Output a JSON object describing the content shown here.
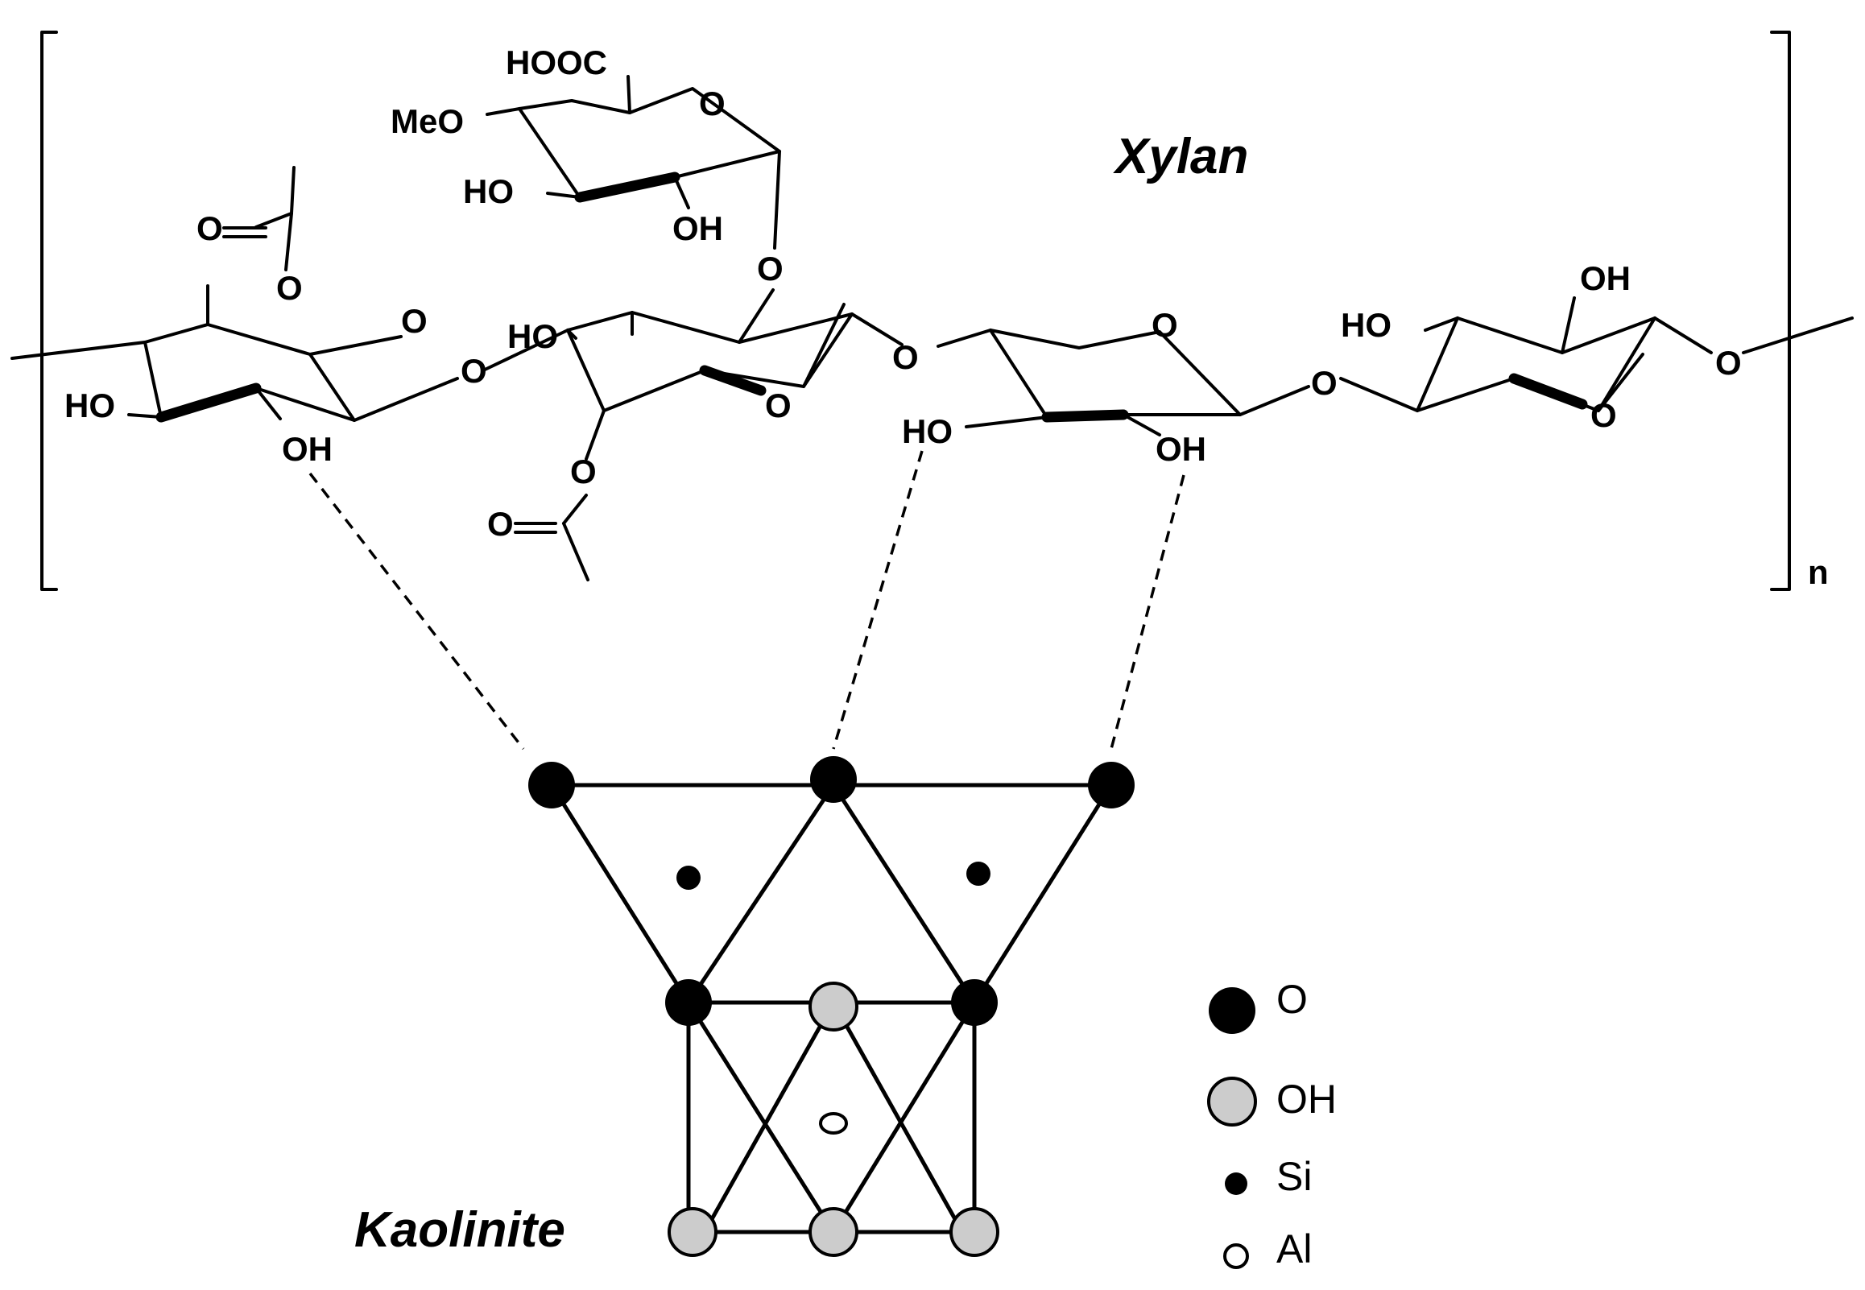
{
  "xylan": {
    "title": "Xylan",
    "repeat_subscript": "n",
    "labels": {
      "hooc": "HOOC",
      "meo": "MeO",
      "o": "O",
      "ho": "HO",
      "oh": "OH"
    }
  },
  "kaolinite": {
    "title": "Kaolinite"
  },
  "legend": {
    "items": [
      {
        "label": "O",
        "symbol": "large black circle",
        "color": "#000000"
      },
      {
        "label": "OH",
        "symbol": "large grey circle",
        "color": "#cccccc"
      },
      {
        "label": "Si",
        "symbol": "small black dot",
        "color": "#000000"
      },
      {
        "label": "Al",
        "symbol": "small open circle",
        "color": "#ffffff"
      }
    ]
  },
  "colors": {
    "line": "#000000",
    "oxygen": "#000000",
    "hydroxyl": "#cccccc",
    "background": "#ffffff"
  }
}
